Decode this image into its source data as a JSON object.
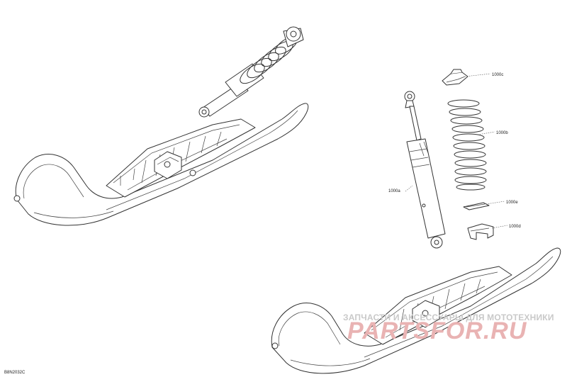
{
  "callouts": {
    "c": "1000c",
    "b": "1000b",
    "a": "1000a",
    "e": "1000e",
    "d": "1000d"
  },
  "watermark": {
    "tagline": "ЗАПЧАСТИ И АКСЕССУАРЫ ДЛЯ МОТОТЕХНИКИ",
    "brand": "PARTSFOR.RU",
    "color": "#e9b3b3"
  },
  "document_id": "B8N2032C"
}
